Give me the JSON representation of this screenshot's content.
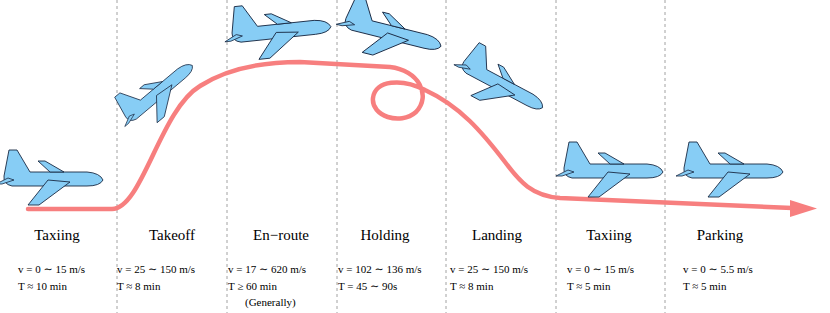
{
  "diagram": {
    "labels": [
      "Taxiing",
      "v = 0 ∼ 15 m/s",
      "T ≈ 10 min",
      "Takeoff",
      "v = 25 ∼ 150 m/s",
      "T ≈ 8 min",
      "En−route",
      "v = 17 ∼ 620 m/s",
      "T ≥ 60 min",
      "(Generally)",
      "Holding",
      "v = 102 ∼ 136 m/s",
      "T = 45 ∼ 90s",
      "Landing",
      "v = 25 ∼ 150 m/s",
      "T ≈ 8 min",
      "Taxiing",
      "v = 0 ∼ 15 m/s",
      "T ≈ 5 min",
      "Parking",
      "v = 0 ∼ 5.5 m/s",
      "T ≈ 5 min"
    ]
  }
}
